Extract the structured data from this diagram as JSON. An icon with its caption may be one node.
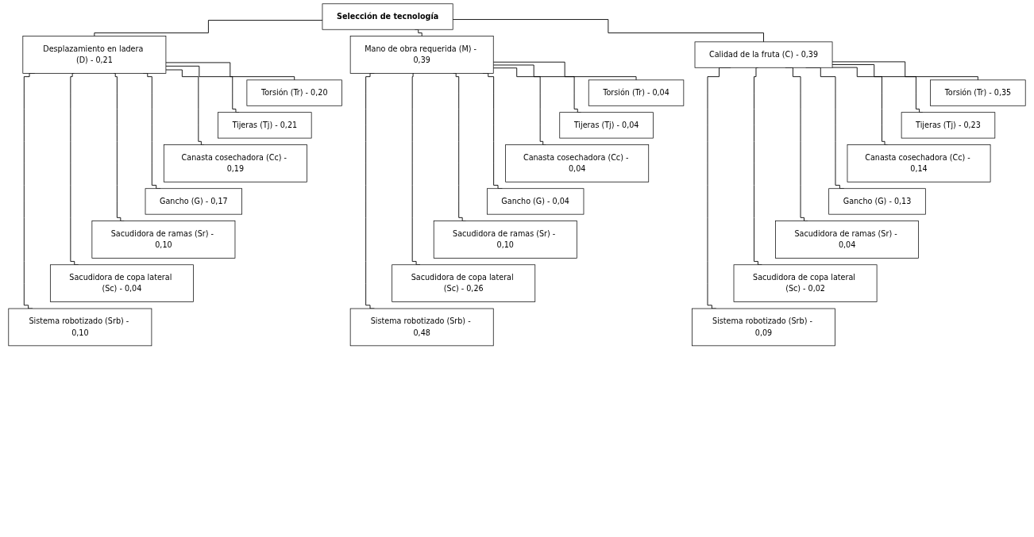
{
  "diagram": {
    "nodes": [
      {
        "text": [
          "Selección de tecnología"
        ]
      },
      {
        "text": [
          "Desplazamiento en ladera (D) - 0,21"
        ]
      },
      {
        "text": [
          "Torsión (Tr) - 0,20"
        ]
      },
      {
        "text": [
          "Tijeras (Tj) - 0,21"
        ]
      },
      {
        "text": [
          "Canasta cosechadora (Cc) - 0,19"
        ]
      },
      {
        "text": [
          "Gancho (G) - 0,17"
        ]
      },
      {
        "text": [
          "Sacudidora de ramas (Sr) - 0,10"
        ]
      },
      {
        "text": [
          "Sacudidora de copa lateral (Sc) - 0,04"
        ]
      },
      {
        "text": [
          "Sistema robotizado (Srb) - 0,10"
        ]
      },
      {
        "text": [
          "Mano de obra requerida (M) - 0,39"
        ]
      },
      {
        "text": [
          "Torsión (Tr) - 0,04"
        ]
      },
      {
        "text": [
          "Tijeras (Tj) - 0,04"
        ]
      },
      {
        "text": [
          "Canasta cosechadora (Cc) - 0,04"
        ]
      },
      {
        "text": [
          "Gancho (G) - 0,04"
        ]
      },
      {
        "text": [
          "Sacudidora de ramas (Sr) - 0,10"
        ]
      },
      {
        "text": [
          "Sacudidora de copa lateral (Sc) - 0,26"
        ]
      },
      {
        "text": [
          "Sistema robotizado (Srb) - 0,48"
        ]
      },
      {
        "text": [
          "Calidad de la fruta (C) - 0,39"
        ]
      },
      {
        "text": [
          "Torsión (Tr) - 0,35"
        ]
      },
      {
        "text": [
          "Tijeras (Tj) - 0,23"
        ]
      },
      {
        "text": [
          "Canasta cosechadora (Cc) - 0,14"
        ]
      },
      {
        "text": [
          "Gancho (G) - 0,13"
        ]
      },
      {
        "text": [
          "Sacudidora de ramas (Sr) - 0,04"
        ]
      },
      {
        "text": [
          "Sacudidora de copa lateral (Sc) - 0,02"
        ]
      },
      {
        "text": [
          "Sistema robotizado (Srb) - 0,09"
        ]
      }
    ],
    "edges": [
      {
        "from": 0,
        "to": 1,
        "arrow": "none"
      },
      {
        "from": 0,
        "to": 9,
        "arrow": "none"
      },
      {
        "from": 0,
        "to": 17,
        "arrow": "none"
      },
      {
        "from": 1,
        "to": 2,
        "arrow": "none"
      },
      {
        "from": 1,
        "to": 3,
        "arrow": "none"
      },
      {
        "from": 1,
        "to": 4,
        "arrow": "none"
      },
      {
        "from": 1,
        "to": 5,
        "arrow": "none"
      },
      {
        "from": 1,
        "to": 6,
        "arrow": "none"
      },
      {
        "from": 1,
        "to": 7,
        "arrow": "none"
      },
      {
        "from": 1,
        "to": 8,
        "arrow": "none"
      },
      {
        "from": 9,
        "to": 10,
        "arrow": "none"
      },
      {
        "from": 9,
        "to": 11,
        "arrow": "none"
      },
      {
        "from": 9,
        "to": 12,
        "arrow": "none"
      },
      {
        "from": 9,
        "to": 13,
        "arrow": "none"
      },
      {
        "from": 9,
        "to": 14,
        "arrow": "none"
      },
      {
        "from": 9,
        "to": 15,
        "arrow": "none"
      },
      {
        "from": 9,
        "to": 16,
        "arrow": "none"
      },
      {
        "from": 17,
        "to": 18,
        "arrow": "none"
      },
      {
        "from": 17,
        "to": 19,
        "arrow": "none"
      },
      {
        "from": 17,
        "to": 20,
        "arrow": "none"
      },
      {
        "from": 17,
        "to": 21,
        "arrow": "none"
      },
      {
        "from": 17,
        "to": 22,
        "arrow": "none"
      },
      {
        "from": 17,
        "to": 23,
        "arrow": "none"
      },
      {
        "from": 17,
        "to": 24,
        "arrow": "none"
      }
    ]
  }
}
